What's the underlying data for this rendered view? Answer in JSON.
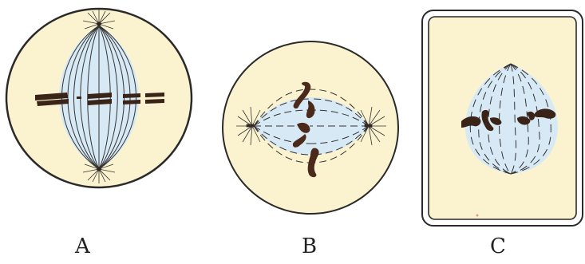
{
  "panels": [
    {
      "label": "A"
    },
    {
      "label": "B"
    },
    {
      "label": "C"
    }
  ],
  "colors": {
    "cell_fill": "#fbf3cf",
    "cell_outline": "#2a2a2a",
    "spindle_fill": "#d7e9f5",
    "spindle_fiber": "#333333",
    "chromosome": "#3a2418",
    "chromosome_b": "#4b2a1c"
  }
}
